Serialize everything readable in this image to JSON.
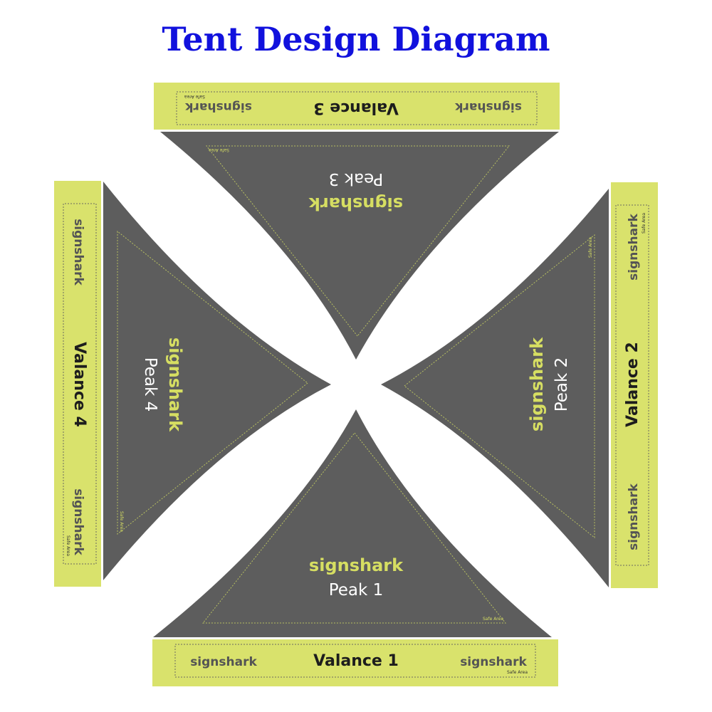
{
  "title": "Tent Design Diagram",
  "brand": "signshark",
  "safe_area": "Safe Area",
  "peaks": [
    "Peak 1",
    "Peak 2",
    "Peak 3",
    "Peak 4"
  ],
  "valances": [
    "Valance 1",
    "Valance 2",
    "Valance 3",
    "Valance 4"
  ],
  "colors": {
    "title": "#1111dd",
    "peak_fill": "#5d5d5d",
    "valance_fill": "#d9e26c",
    "brand_accent": "#d6de62"
  }
}
